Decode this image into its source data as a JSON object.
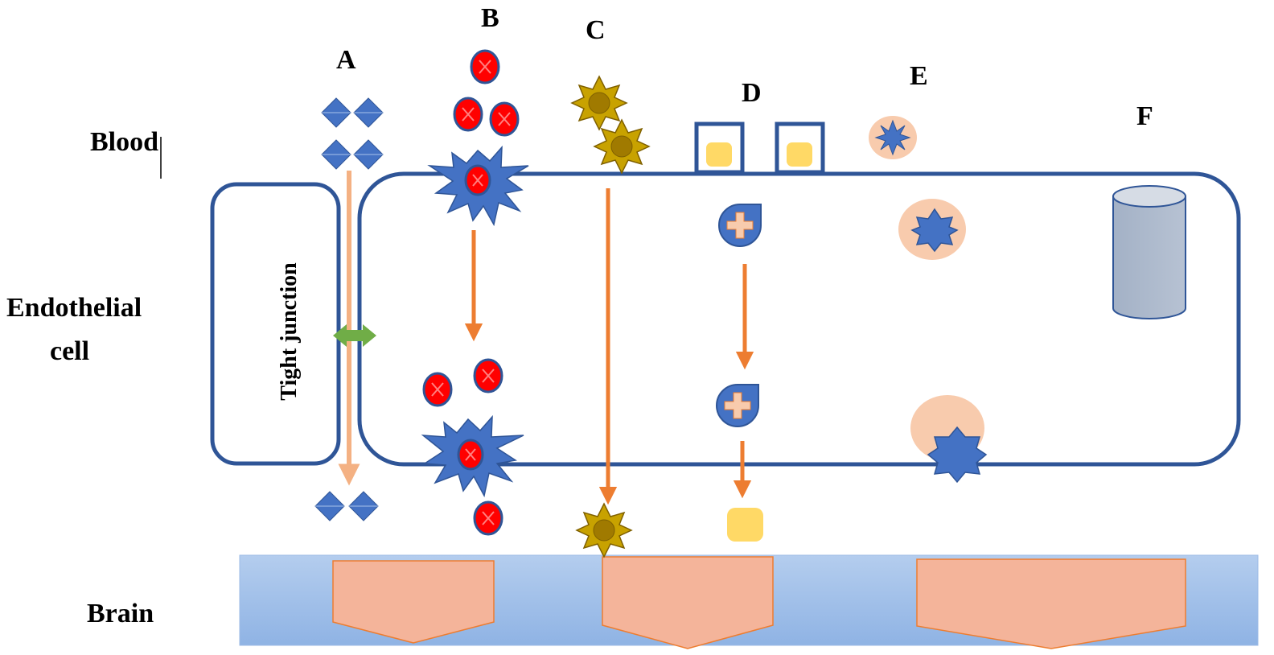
{
  "labels": {
    "blood": "Blood",
    "endothelial_line1": "Endothelial",
    "endothelial_line2": "cell",
    "brain": "Brain",
    "tight_junction": "Tight junction"
  },
  "routes": [
    "A",
    "B",
    "C",
    "D",
    "E",
    "F"
  ],
  "colors": {
    "outline": "#2f5597",
    "molecule_blue": "#4472c4",
    "cell_red": "#ff0000",
    "arrow_orange": "#ed7d31",
    "arrow_light": "#f4b183",
    "star_gold": "#b8860b",
    "yellow": "#ffd966",
    "peach": "#f8cbad",
    "green": "#70ad47",
    "cylinder": "#adb9ca",
    "brain_blue": "#a9c6ea",
    "brain_orange": "#f4b49a"
  }
}
